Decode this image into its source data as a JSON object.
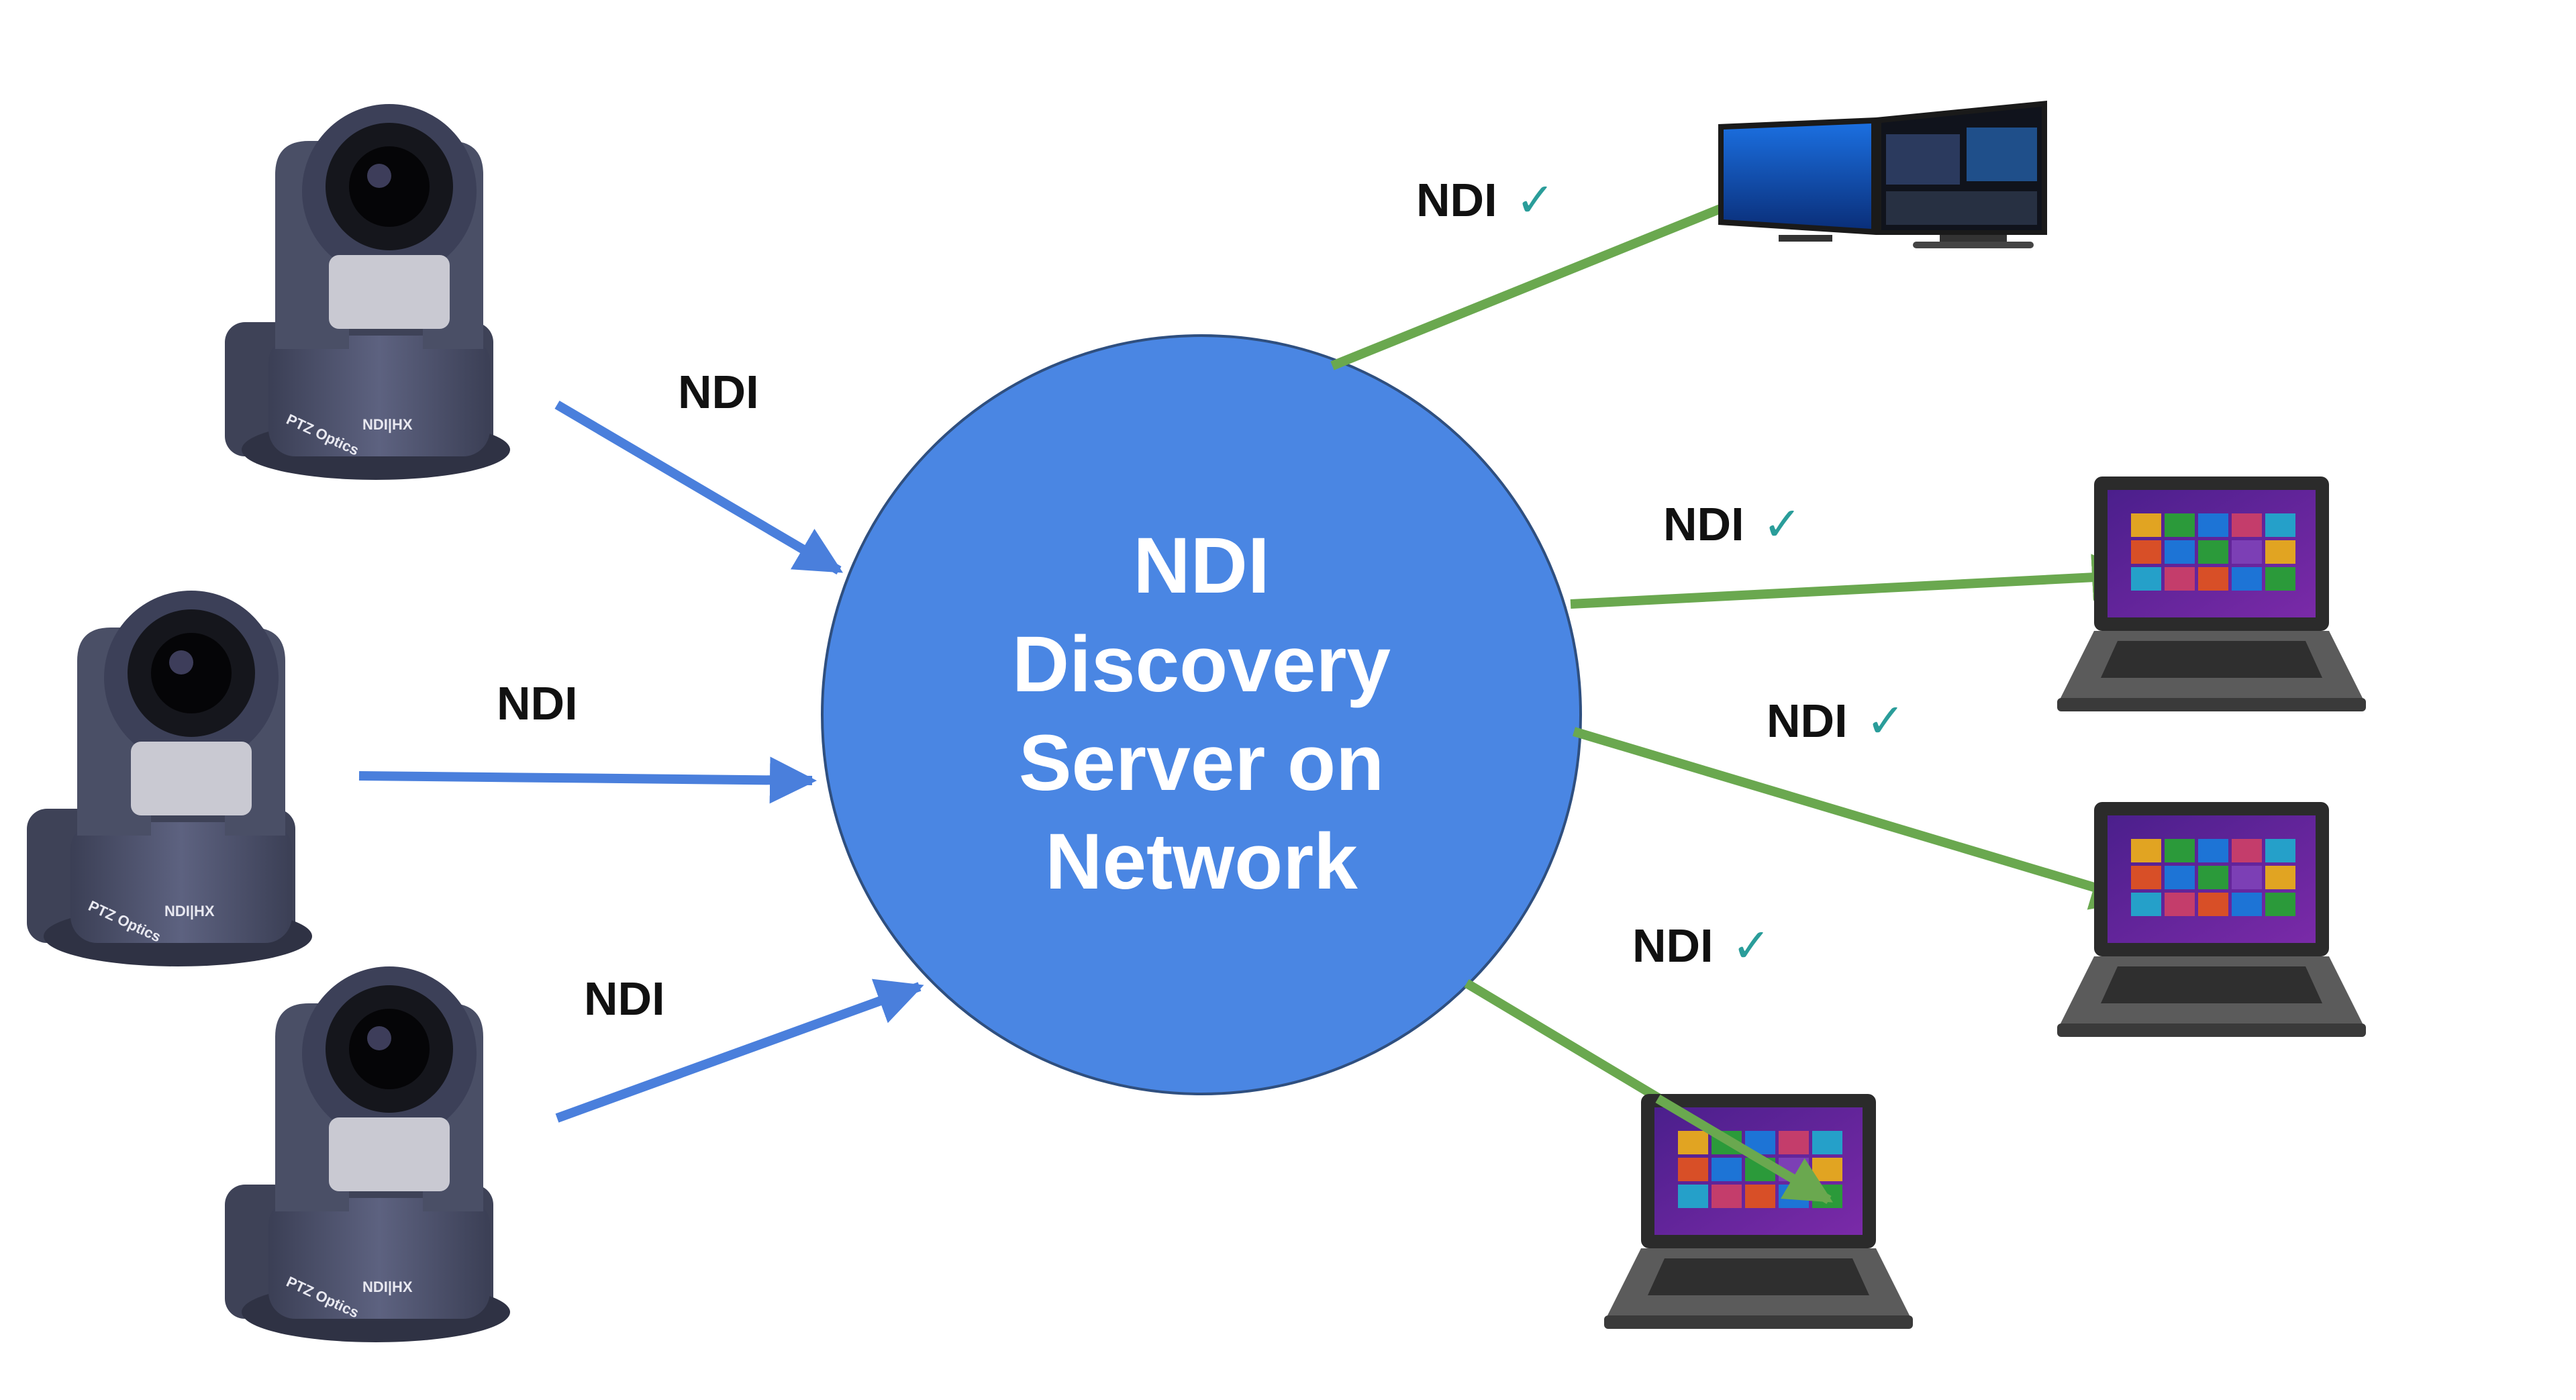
{
  "colors": {
    "server_fill": "#4a86e3",
    "input_arrow": "#4a7fdc",
    "output_arrow": "#6aa84f",
    "check": "#2a9d9a",
    "camera_body": "#4a4f66",
    "laptop_shell": "#4a4a4a"
  },
  "server": {
    "lines": [
      "NDI",
      "Discovery",
      "Server on",
      "Network"
    ]
  },
  "inputs": [
    {
      "label": "NDI",
      "brand": "PTZ Optics",
      "badge": "NDI|HX"
    },
    {
      "label": "NDI",
      "brand": "PTZ Optics",
      "badge": "NDI|HX"
    },
    {
      "label": "NDI",
      "brand": "PTZ Optics",
      "badge": "NDI|HX"
    }
  ],
  "outputs": [
    {
      "label": "NDI",
      "check": "✓",
      "device": "monitor"
    },
    {
      "label": "NDI",
      "check": "✓",
      "device": "laptop"
    },
    {
      "label": "NDI",
      "check": "✓",
      "device": "laptop"
    },
    {
      "label": "NDI",
      "check": "✓",
      "device": "laptop"
    }
  ]
}
